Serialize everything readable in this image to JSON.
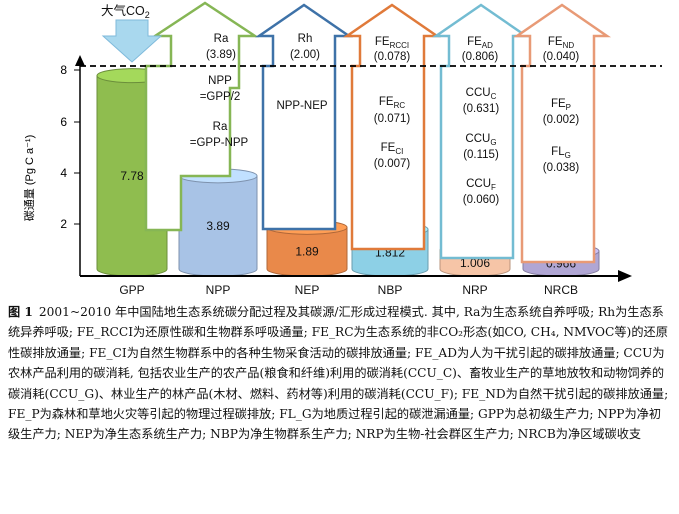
{
  "chart_data": {
    "type": "bar",
    "ylabel": "碳通量 (Pg C a⁻¹)",
    "ylim": [
      0,
      8
    ],
    "yticks": [
      "2",
      "4",
      "6",
      "8"
    ],
    "categories": [
      "GPP",
      "NPP",
      "NEP",
      "NBP",
      "NRP",
      "NRCB"
    ],
    "values": [
      7.78,
      3.89,
      1.89,
      1.812,
      1.006,
      0.966
    ],
    "value_labels": [
      "7.78",
      "3.89",
      "1.89",
      "1.812",
      "1.006",
      "0.966"
    ],
    "bar_colors": [
      "#8fbd4f",
      "#a8c3e6",
      "#e9894a",
      "#8dd0e6",
      "#f6c5a7",
      "#b0a6d4"
    ],
    "atmosphere_label": "大气CO",
    "atmosphere_sub": "2",
    "gpp_arrow_text": [
      "Ra",
      "(3.89)",
      "NPP",
      "=GPP/2",
      "Ra",
      "=GPP-NPP"
    ],
    "npp_arrow_text": [
      "Rh",
      "(2.00)",
      "NPP-NEP"
    ],
    "nep_arrow": {
      "l1": "FE",
      "s1": "RCCI",
      "v1": "(0.078)",
      "l2": "FE",
      "s2": "RC",
      "v2": "(0.071)",
      "l3": "FE",
      "s3": "CI",
      "v3": "(0.007)"
    },
    "nbp_arrow": {
      "l1": "FE",
      "s1": "AD",
      "v1": "(0.806)",
      "l2": "CCU",
      "s2": "C",
      "v2": "(0.631)",
      "l3": "CCU",
      "s3": "G",
      "v3": "(0.115)",
      "l4": "CCU",
      "s4": "F",
      "v4": "(0.060)"
    },
    "nrp_arrow": {
      "l1": "FE",
      "s1": "ND",
      "v1": "(0.040)",
      "l2": "FE",
      "s2": "P",
      "v2": "(0.002)",
      "l3": "FL",
      "s3": "G",
      "v3": "(0.038)"
    }
  },
  "caption": {
    "label": "图 1",
    "text": "2001~2010 年中国陆地生态系统碳分配过程及其碳源/汇形成过程模式. 其中, Ra为生态系统自养呼吸; Rh为生态系统异养呼吸; FE_RCCI为还原性碳和生物群系呼吸通量; FE_RC为生态系统的非CO₂形态(如CO, CH₄, NMVOC等)的还原性碳排放通量; FE_CI为自然生物群系中的各种生物采食活动的碳排放通量; FE_AD为人为干扰引起的碳排放通量; CCU为农林产品利用的碳消耗, 包括农业生产的农产品(粮食和纤维)利用的碳消耗(CCU_C)、畜牧业生产的草地放牧和动物饲养的碳消耗(CCU_G)、林业生产的林产品(木材、燃料、药材等)利用的碳消耗(CCU_F); FE_ND为自然干扰引起的碳排放通量; FE_P为森林和草地火灾等引起的物理过程碳排放; FL_G为地质过程引起的碳泄漏通量; GPP为总初级生产力; NPP为净初级生产力; NEP为净生态系统生产力; NBP为净生物群系生产力; NRP为生物-社会群区生产力; NRCB为净区域碳收支"
  }
}
